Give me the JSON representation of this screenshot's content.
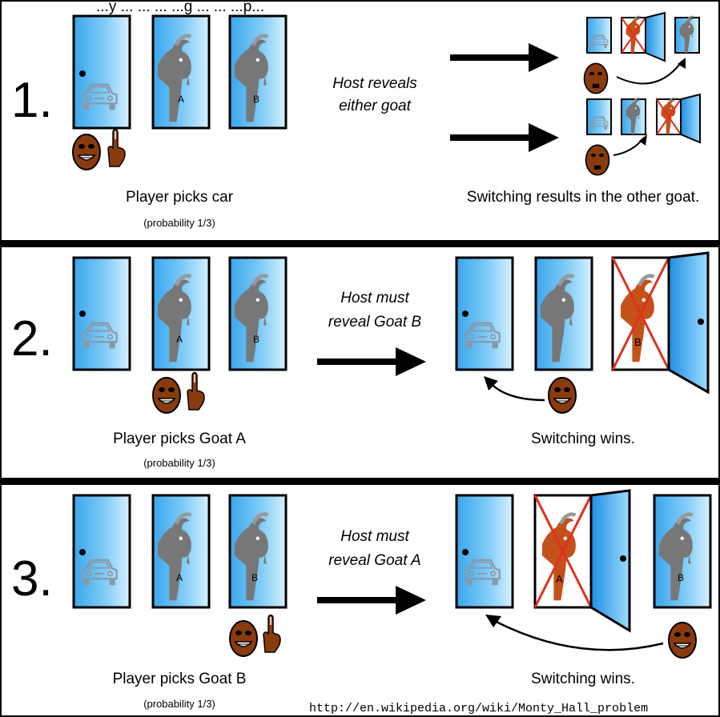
{
  "header_fragment": "...y ...  ... ... ...g ... ... ...p...",
  "colors": {
    "door_blue": "#4fb0ee",
    "door_light": "#c9ecff",
    "goat": "#777777",
    "goat_red": "#c4511a",
    "face": "#8a3b0e",
    "cross": "#e0301e"
  },
  "scenarios": [
    {
      "number": "1.",
      "pick_caption": "Player picks car",
      "probability": "(probability 1/3)",
      "host_action_line1": "Host reveals",
      "host_action_line2": "either goat",
      "result": "Switching results in the other goat.",
      "door_labels": [
        "",
        "A",
        "B"
      ]
    },
    {
      "number": "2.",
      "pick_caption": "Player picks Goat A",
      "probability": "(probability 1/3)",
      "host_action_line1": "Host must",
      "host_action_line2": "reveal Goat B",
      "result": "Switching wins.",
      "door_labels": [
        "",
        "A",
        "B"
      ]
    },
    {
      "number": "3.",
      "pick_caption": "Player picks Goat B",
      "probability": "(probability 1/3)",
      "host_action_line1": "Host must",
      "host_action_line2": "reveal Goat A",
      "result": "Switching wins.",
      "door_labels": [
        "",
        "A",
        "B"
      ]
    }
  ],
  "source_url": "http://en.wikipedia.org/wiki/Monty_Hall_problem"
}
